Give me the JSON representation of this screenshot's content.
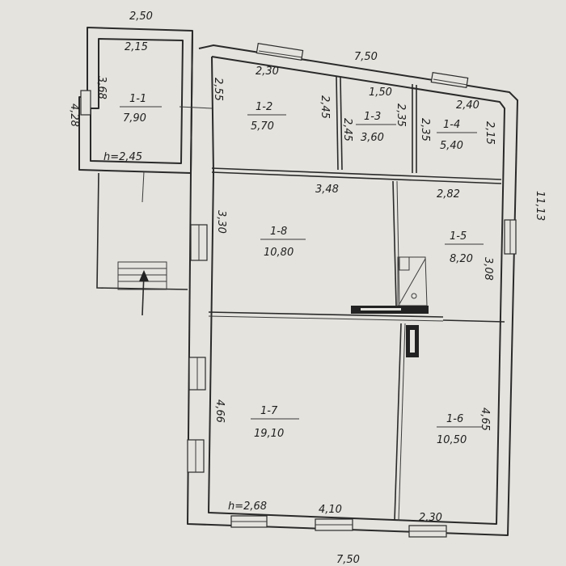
{
  "outer": {
    "top_extension_width": "2,50",
    "top_main_width": "7,50",
    "bottom_width": "7,50",
    "right_height": "11,13",
    "left_extension_height": "4,28"
  },
  "rooms": [
    {
      "id": "1-1",
      "area": "7,90",
      "dims": [
        "2,15",
        "3,68"
      ],
      "height": "h=2,45"
    },
    {
      "id": "1-2",
      "area": "5,70",
      "dims": [
        "2,30",
        "2,55",
        "2,45"
      ]
    },
    {
      "id": "1-3",
      "area": "3,60",
      "dims": [
        "1,50",
        "2,45",
        "2,35"
      ]
    },
    {
      "id": "1-4",
      "area": "5,40",
      "dims": [
        "2,40",
        "2,35",
        "2,15"
      ]
    },
    {
      "id": "1-5",
      "area": "8,20",
      "dims": [
        "2,82",
        "3,08"
      ]
    },
    {
      "id": "1-6",
      "area": "10,50",
      "dims": [
        "4,65",
        "2,30"
      ]
    },
    {
      "id": "1-7",
      "area": "19,10",
      "dims": [
        "4,66",
        "4,10"
      ],
      "height": "h=2,68"
    },
    {
      "id": "1-8",
      "area": "10,80",
      "dims": [
        "3,48",
        "3,30"
      ]
    }
  ]
}
